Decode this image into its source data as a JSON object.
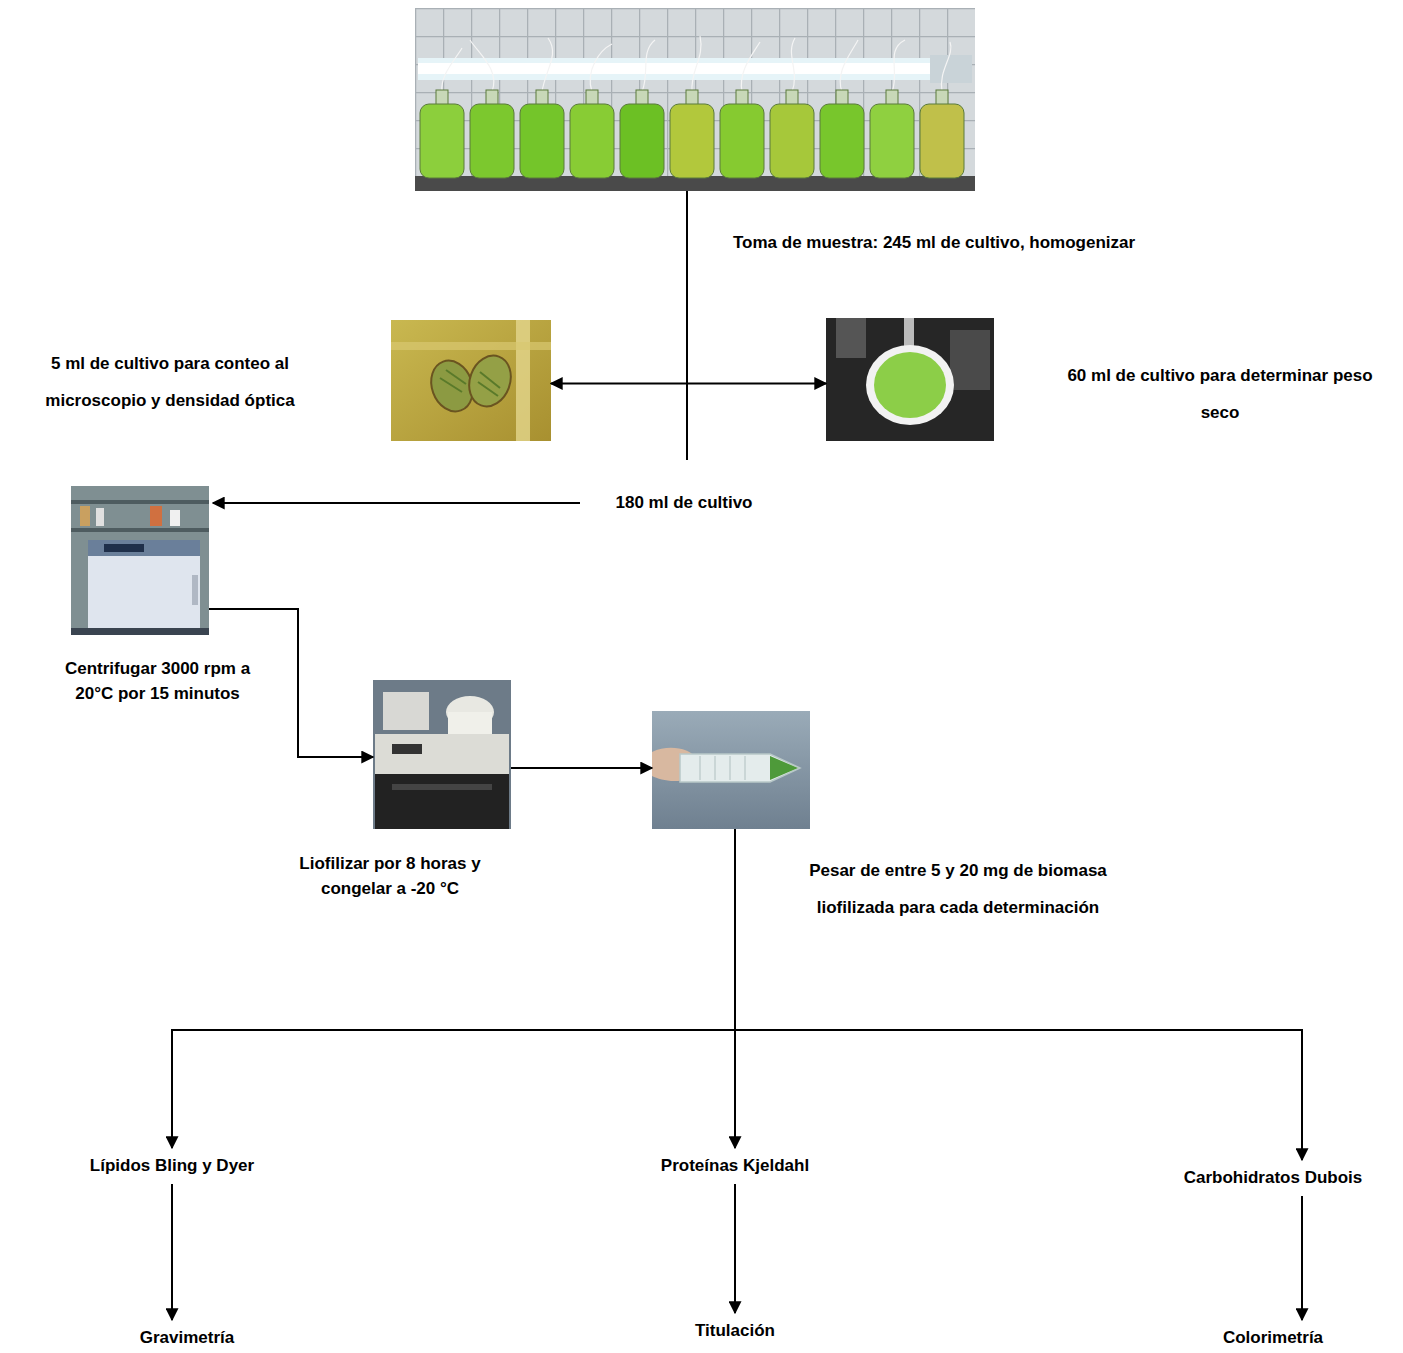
{
  "diagram": {
    "nodes": [
      {
        "text": [
          "Toma de muestra: 245 ml de cultivo, homogenizar"
        ]
      },
      {
        "text": [
          "5 ml de cultivo para conteo al microscopio y densidad óptica"
        ]
      },
      {
        "text": [
          "60 ml de cultivo para determinar peso seco"
        ]
      },
      {
        "text": [
          "Centrifugar 3000 rpm a 20°C por 15 minutos"
        ]
      },
      {
        "text": [
          "Liofilizar por 8 horas y congelar a -20 °C"
        ]
      },
      {
        "text": [
          "Pesar de entre 5 y 20 mg de biomasa liofilizada para cada determinación"
        ]
      },
      {
        "text": [
          "Lípidos Bling y Dyer"
        ]
      },
      {
        "text": [
          "Proteínas Kjeldahl"
        ]
      },
      {
        "text": [
          "Carbohidratos Dubois"
        ]
      },
      {
        "text": [
          "Gravimetría"
        ]
      },
      {
        "text": [
          "Titulación"
        ]
      },
      {
        "text": [
          "Colorimetría"
        ]
      }
    ],
    "edges": [
      {
        "from": 1,
        "to": 2,
        "arrow": "both"
      },
      {
        "from": 0,
        "to": 3,
        "label": "180 ml de cultivo",
        "arrow": "to"
      },
      {
        "from": 3,
        "to": 4,
        "arrow": "to"
      },
      {
        "from": 4,
        "to": 5,
        "arrow": "to"
      },
      {
        "from": 5,
        "to": 6,
        "arrow": "to"
      },
      {
        "from": 5,
        "to": 7,
        "arrow": "to"
      },
      {
        "from": 5,
        "to": 8,
        "arrow": "to"
      },
      {
        "from": 6,
        "to": 9,
        "arrow": "to"
      },
      {
        "from": 7,
        "to": 10,
        "arrow": "to"
      },
      {
        "from": 8,
        "to": 11,
        "arrow": "to"
      }
    ]
  }
}
